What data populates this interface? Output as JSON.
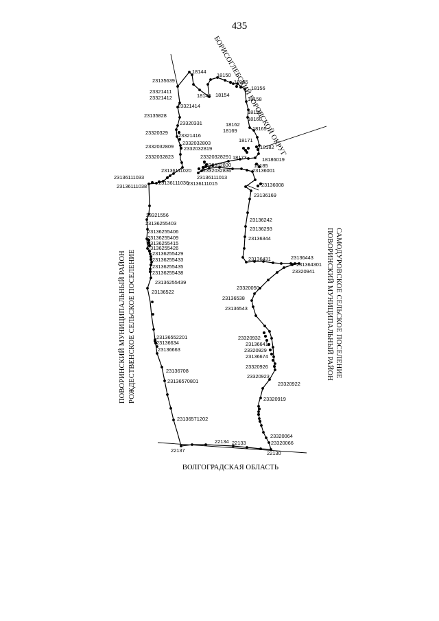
{
  "page_number": "435",
  "regions": {
    "top_right": "БОРИСОГЛЕБСКИЙ ГОРОДСКОЙ ОКРУГ",
    "bottom": "ВОЛГОГРАДСКАЯ ОБЛАСТЬ",
    "left_line1": "ПОВОРИНСКИЙ МУНИЦИПАЛЬНЫЙ РАЙОН",
    "left_line2": "РОЖДЕСТВЕНСКОЕ СЕЛЬСКОЕ ПОСЕЛЕНИЕ",
    "right_line1": "ПОВОРИНСКИЙ МУНИЦИПАЛЬНЫЙ РАЙОН",
    "right_line2": "САМОДУРОВСКОЕ СЕЛЬСКОЕ ПОСЕЛЕНИЕ"
  },
  "points": [
    "23135639",
    "18144",
    "18150",
    "18146",
    "18155",
    "18154",
    "18156",
    "23321411",
    "23321412",
    "23321414",
    "18158",
    "23135828",
    "18159",
    "18160",
    "23320331",
    "18162",
    "18165",
    "18169",
    "23320329",
    "23321416",
    "18171",
    "2332032803",
    "2332032809",
    "2332032819",
    "18182",
    "2332032823",
    "23320328291",
    "18173",
    "18186019",
    "2332032830",
    "2332032836",
    "18185",
    "23136001",
    "23136111020",
    "23136111033",
    "23136111013",
    "23136111036",
    "23136111038",
    "23136111015",
    "23136008",
    "23136169",
    "23321556",
    "23136242",
    "23136255403",
    "23136293",
    "23136255406",
    "23136255409",
    "23136344",
    "23136255415",
    "23136255426",
    "23136255429",
    "23136255433",
    "23136443",
    "23136431",
    "231364301",
    "23136255435",
    "23136255438",
    "23320941",
    "23136255439",
    "23320050",
    "23136522",
    "23136538",
    "23136543",
    "23320932",
    "23136552201",
    "23136641",
    "23136634",
    "23320929",
    "23136663",
    "23136674",
    "23320926",
    "23136708",
    "23320923",
    "23320922",
    "23136570801",
    "23320919",
    "23136571202",
    "23320064",
    "22134",
    "22133",
    "23320066",
    "22137",
    "22130"
  ]
}
